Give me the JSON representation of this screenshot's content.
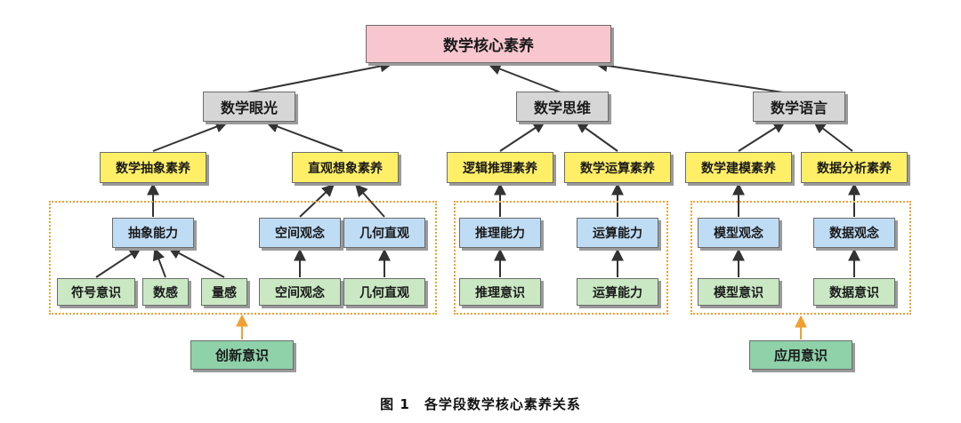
{
  "root": "数学核心素养",
  "dimensions": [
    "数学眼光",
    "数学思维",
    "数学语言"
  ],
  "literacies": [
    "数学抽象素养",
    "直观想象素养",
    "逻辑推理素养",
    "数学运算素养",
    "数学建模素养",
    "数据分析素养"
  ],
  "abilities": [
    "抽象能力",
    "空间观念",
    "几何直观",
    "推理能力",
    "运算能力",
    "模型观念",
    "数据观念"
  ],
  "awareness": [
    "符号意识",
    "数感",
    "量感",
    "空间观念",
    "几何直观",
    "推理意识",
    "运算能力",
    "模型意识",
    "数据意识"
  ],
  "mindsets": [
    "创新意识",
    "应用意识"
  ],
  "caption": "图 1　各学段数学核心素养关系",
  "colors": {
    "root_fill": "#f7c6cf",
    "dimension_fill": "#d6d6d6",
    "literacy_fill": "#ffef66",
    "ability_fill": "#bfdcf5",
    "awareness_fill": "#c9e8c3",
    "mindset_fill": "#8fd1a9",
    "group_border": "#f0a030",
    "arrow": "#333333",
    "orange_arrow": "#f0a030"
  }
}
